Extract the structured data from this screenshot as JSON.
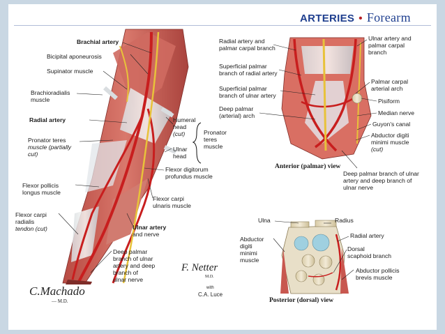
{
  "header": {
    "title": "ARTERIES",
    "separator": "•",
    "subtitle": "Forearm"
  },
  "left_labels": {
    "brachial_artery": "Brachial artery",
    "bicipital_aponeurosis": "Bicipital aponeurosis",
    "supinator_muscle": "Supinator muscle",
    "brachioradialis_1": "Brachioradialis",
    "brachioradialis_2": "muscle",
    "radial_artery": "Radial artery",
    "pronator_teres_1": "Pronator teres",
    "pronator_teres_2": "muscle (partially",
    "pronator_teres_3": "cut)",
    "flexor_pollicis_1": "Flexor pollicis",
    "flexor_pollicis_2": "longus muscle",
    "flexor_carpi_radialis_1": "Flexor carpi",
    "flexor_carpi_radialis_2": "radialis",
    "flexor_carpi_radialis_3": "tendon (cut)",
    "humeral_head_1": "Humeral",
    "humeral_head_2": "head",
    "humeral_head_3": "(cut)",
    "ulnar_head_1": "Ulnar",
    "ulnar_head_2": "head",
    "pronator_group_1": "Pronator",
    "pronator_group_2": "teres",
    "pronator_group_3": "muscle",
    "fdp_1": "Flexor digitorum",
    "fdp_2": "profundus muscle",
    "fcu_1": "Flexor carpi",
    "fcu_2": "ulnaris muscle",
    "ulnar_artery_1": "Ulnar artery",
    "ulnar_artery_2": "and nerve",
    "deep_palmar_1": "Deep palmar",
    "deep_palmar_2": "branch of ulnar",
    "deep_palmar_3": "artery and deep",
    "deep_palmar_4": "branch of",
    "deep_palmar_5": "ulnar nerve"
  },
  "palmar_labels": {
    "radial_carpal_1": "Radial artery and",
    "radial_carpal_2": "palmar carpal branch",
    "sup_radial_1": "Superficial palmar",
    "sup_radial_2": "branch of radial artery",
    "sup_ulnar_1": "Superficial palmar",
    "sup_ulnar_2": "branch of ulnar artery",
    "deep_arch_1": "Deep palmar",
    "deep_arch_2": "(arterial) arch",
    "ulnar_carpal_1": "Ulnar artery and",
    "ulnar_carpal_2": "palmar carpal",
    "ulnar_carpal_3": "branch",
    "palmar_arch_1": "Palmar carpal",
    "palmar_arch_2": "arterial arch",
    "pisiform": "Pisiform",
    "median_nerve": "Median nerve",
    "guyons_canal": "Guyon's canal",
    "abductor_1": "Abductor digiti",
    "abductor_2": "minimi muscle",
    "abductor_3": "(cut)",
    "view_title": "Anterior (palmar) view",
    "deep_branch_1": "Deep palmar branch of ulnar",
    "deep_branch_2": "artery and deep branch of",
    "deep_branch_3": "ulnar nerve"
  },
  "dorsal_labels": {
    "ulna": "Ulna",
    "radius": "Radius",
    "abd_dm_1": "Abductor",
    "abd_dm_2": "digiti",
    "abd_dm_3": "minimi",
    "abd_dm_4": "muscle",
    "radial_artery": "Radial artery",
    "dorsal_1": "Dorsal",
    "dorsal_2": "scaphoid branch",
    "abd_pb_1": "Abductor pollicis",
    "abd_pb_2": "brevis muscle",
    "view_title": "Posterior (dorsal) view"
  },
  "signatures": {
    "machado": "C.Machado",
    "machado_md": "— M.D.",
    "netter": "F. Netter",
    "netter_md": "M.D.",
    "with": "with",
    "luce": "C.A. Luce"
  },
  "colors": {
    "title_blue": "#1f3f8f",
    "accent_red": "#b62025",
    "muscle": "#c8574f",
    "artery": "#c81e1e",
    "nerve": "#e8c23a",
    "bone": "#e6dcc2"
  }
}
